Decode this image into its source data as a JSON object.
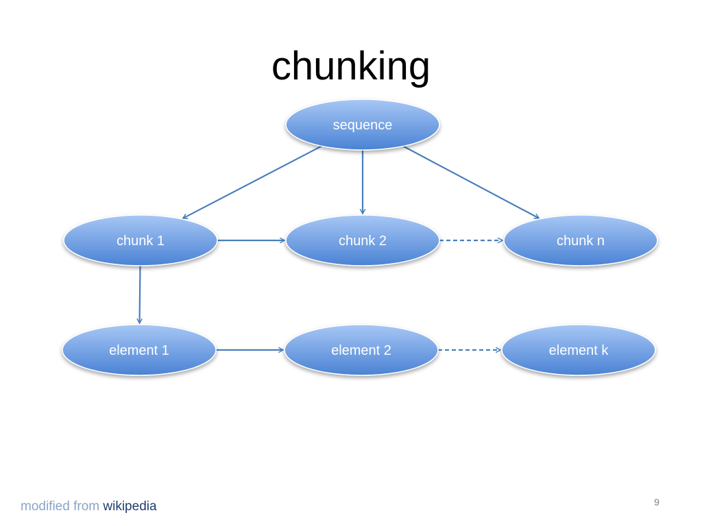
{
  "slide": {
    "title": "chunking",
    "footer_prefix": "modified from",
    "footer_source": "wikipedia",
    "page_number": "9"
  },
  "colors": {
    "node_fill_top": "#a7c7f5",
    "node_fill_bottom": "#4a82d4",
    "node_stroke": "#ffffff",
    "arrow": "#4a7ebb"
  },
  "nodes": [
    {
      "id": "sequence",
      "label": "sequence"
    },
    {
      "id": "chunk1",
      "label": "chunk 1"
    },
    {
      "id": "chunk2",
      "label": "chunk 2"
    },
    {
      "id": "chunkn",
      "label": "chunk n"
    },
    {
      "id": "element1",
      "label": "element 1"
    },
    {
      "id": "element2",
      "label": "element 2"
    },
    {
      "id": "elementk",
      "label": "element k"
    }
  ],
  "edges": [
    {
      "from": "sequence",
      "to": "chunk1",
      "style": "solid"
    },
    {
      "from": "sequence",
      "to": "chunk2",
      "style": "solid"
    },
    {
      "from": "sequence",
      "to": "chunkn",
      "style": "solid"
    },
    {
      "from": "chunk1",
      "to": "chunk2",
      "style": "solid"
    },
    {
      "from": "chunk2",
      "to": "chunkn",
      "style": "dashed"
    },
    {
      "from": "chunk1",
      "to": "element1",
      "style": "solid"
    },
    {
      "from": "element1",
      "to": "element2",
      "style": "solid"
    },
    {
      "from": "element2",
      "to": "elementk",
      "style": "dashed"
    }
  ]
}
